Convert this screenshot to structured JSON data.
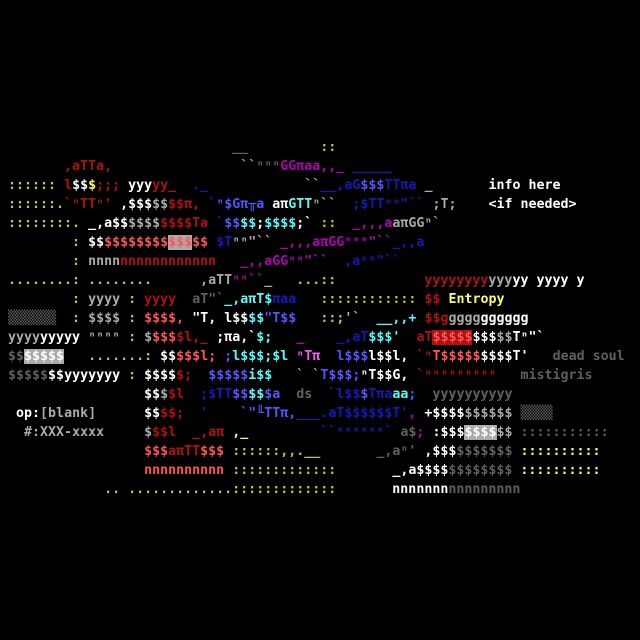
{
  "palette": {
    "Y": "#c8c820",
    "YB": "#ffff55",
    "W": "#ffffff",
    "LG": "#aaaaaa",
    "DG": "#606060",
    "R": "#b01010",
    "BR": "#ff5555",
    "B": "#1818b8",
    "BB": "#5555ff",
    "C": "#55ffff",
    "M": "#b000b0",
    "MB": "#ff55ff",
    "K": "#000000"
  },
  "labels": {
    "info_line1": "info here",
    "info_line2": "<if needed>",
    "group": "Entropy",
    "artist": "dead soul",
    "group2": "mistigris",
    "op": "op:[blank]",
    "number": "#:XXX-xxxx",
    "ds": "ds"
  },
  "rows": [
    [
      [
        "                             ",
        "LG"
      ],
      [
        "__",
        "DG"
      ],
      [
        "         ",
        "LG"
      ],
      [
        "::",
        "Y"
      ]
    ],
    [
      [
        "        ",
        "LG"
      ],
      [
        ",aTTa,",
        "R"
      ],
      [
        "                ",
        "LG"
      ],
      [
        "``",
        "LG"
      ],
      [
        "ⁿⁿⁿ",
        "DG"
      ],
      [
        "GGπaa,,_",
        "M"
      ],
      [
        " ",
        "LG"
      ],
      [
        "_____",
        "B"
      ]
    ],
    [
      [
        " ::::::",
        "Y"
      ],
      [
        " ",
        "LG"
      ],
      [
        "l",
        "R"
      ],
      [
        "$$",
        "W"
      ],
      [
        "$",
        "YB"
      ],
      [
        ";;;",
        "R"
      ],
      [
        " ",
        "LG"
      ],
      [
        "yyy",
        "W"
      ],
      [
        "yy_",
        "R"
      ],
      [
        "  ",
        "LG"
      ],
      [
        "._",
        "B"
      ],
      [
        "            ",
        "LG"
      ],
      [
        "``",
        "LG"
      ],
      [
        "__,aG",
        "B"
      ],
      [
        "$$$",
        "BB"
      ],
      [
        "TTπa",
        "B"
      ],
      [
        " _",
        "LG"
      ],
      [
        "       ",
        "LG"
      ],
      [
        "info here",
        "W"
      ]
    ],
    [
      [
        " ::::::.",
        "Y"
      ],
      [
        "`ⁿTTⁿ'",
        "R"
      ],
      [
        " ",
        "LG"
      ],
      [
        ",$$$",
        "W"
      ],
      [
        "$$",
        "LG"
      ],
      [
        "$$π,",
        "R"
      ],
      [
        " ",
        "LG"
      ],
      [
        "`",
        "B"
      ],
      [
        "ⁿ$Gπ╥a",
        "BB"
      ],
      [
        " aπ",
        "W"
      ],
      [
        "GTT",
        "C"
      ],
      [
        "ⁿ``",
        "LG"
      ],
      [
        "  ",
        "LG"
      ],
      [
        ";$TTⁿⁿ\"``",
        "B"
      ],
      [
        " ;T;",
        "LG"
      ],
      [
        "    ",
        "LG"
      ],
      [
        "<if needed>",
        "W"
      ]
    ],
    [
      [
        " ::::::::. ",
        "Y"
      ],
      [
        "_,a$$",
        "W"
      ],
      [
        "$$$$",
        "LG"
      ],
      [
        "$$$$Ta",
        "R"
      ],
      [
        " ",
        "LG"
      ],
      [
        "`",
        "B"
      ],
      [
        "$$",
        "BB"
      ],
      [
        "$$",
        "C"
      ],
      [
        ";",
        "W"
      ],
      [
        "$$$$",
        "C"
      ],
      [
        ";`",
        "W"
      ],
      [
        " ",
        "LG"
      ],
      [
        "::",
        "Y"
      ],
      [
        "  ",
        "LG"
      ],
      [
        "_,,,a",
        "M"
      ],
      [
        "aπGG",
        "LG"
      ],
      [
        "ⁿ`",
        "LG"
      ]
    ],
    [
      [
        "         :",
        "Y"
      ],
      [
        " ",
        "LG"
      ],
      [
        "$$",
        "W"
      ],
      [
        "$$$$$$$$",
        "BR"
      ],
      [
        "$$$",
        "BR",
        "#aaaaaa"
      ],
      [
        "$$",
        "BR"
      ],
      [
        " ",
        "LG"
      ],
      [
        "$T",
        "B"
      ],
      [
        "ⁿⁿ\"``",
        "LG"
      ],
      [
        " ",
        "LG"
      ],
      [
        "_,,,aπGG",
        "M"
      ],
      [
        "ⁿⁿⁿ\"``",
        "M"
      ],
      [
        "_,,a",
        "B"
      ]
    ],
    [
      [
        "         :",
        "Y"
      ],
      [
        " ",
        "LG"
      ],
      [
        "nnnn",
        "LG"
      ],
      [
        "nnnnnnnnnnnn",
        "R"
      ],
      [
        "   ",
        "LG"
      ],
      [
        "_,,aGGⁿⁿ\"``",
        "M"
      ],
      [
        "  ",
        "LG"
      ],
      [
        ",aⁿⁿ\"``",
        "B"
      ]
    ],
    [
      [
        " ........: ........",
        "Y"
      ],
      [
        "      ",
        "LG"
      ],
      [
        ",aTT",
        "LG"
      ],
      [
        "ⁿⁿ``",
        "M"
      ],
      [
        "_",
        "LG"
      ],
      [
        "   ",
        "LG"
      ],
      [
        "...::",
        "Y"
      ],
      [
        "           ",
        "LG"
      ],
      [
        "yyyyyyyy",
        "R"
      ],
      [
        "yyy",
        "LG"
      ],
      [
        "yy yyyy y",
        "W"
      ]
    ],
    [
      [
        "         :",
        "Y"
      ],
      [
        " ",
        "LG"
      ],
      [
        "yyyy",
        "LG"
      ],
      [
        " :",
        "Y"
      ],
      [
        " ",
        "LG"
      ],
      [
        "yyyy",
        "R"
      ],
      [
        "  ",
        "LG"
      ],
      [
        "aT\"`",
        "DG"
      ],
      [
        "_,aπT$",
        "C"
      ],
      [
        "πaa",
        "B"
      ],
      [
        "   ",
        "LG"
      ],
      [
        "::::::::::::",
        "Y"
      ],
      [
        " ",
        "LG"
      ],
      [
        "$$",
        "R"
      ],
      [
        " Entropy",
        "YB"
      ]
    ],
    [
      [
        " ▒▒▒▒▒▒",
        "DG"
      ],
      [
        "  :",
        "Y"
      ],
      [
        " ",
        "LG"
      ],
      [
        "$$$$",
        "LG"
      ],
      [
        " :",
        "Y"
      ],
      [
        " ",
        "LG"
      ],
      [
        "$$$$,",
        "BR"
      ],
      [
        " ",
        "LG"
      ],
      [
        "\"T, ",
        "W"
      ],
      [
        "l$$",
        "W"
      ],
      [
        "$$",
        "C"
      ],
      [
        "\"T$$",
        "BB"
      ],
      [
        "   ",
        "LG"
      ],
      [
        "::;'`",
        "Y"
      ],
      [
        "  ",
        "LG"
      ],
      [
        "__,,+",
        "C"
      ],
      [
        " ",
        "LG"
      ],
      [
        "$$",
        "R"
      ],
      [
        "g",
        "R"
      ],
      [
        "gggg",
        "LG"
      ],
      [
        "gggggg",
        "W"
      ]
    ],
    [
      [
        " yyyy",
        "LG"
      ],
      [
        "yyyyy",
        "W"
      ],
      [
        " ",
        "LG"
      ],
      [
        "ⁿⁿⁿⁿ",
        "LG"
      ],
      [
        " :",
        "Y"
      ],
      [
        " ",
        "LG"
      ],
      [
        "$",
        "LG"
      ],
      [
        "$$$",
        "BR"
      ],
      [
        "$l,_",
        "R"
      ],
      [
        " ",
        "LG"
      ],
      [
        ";πa,`",
        "W"
      ],
      [
        "$;",
        "C"
      ],
      [
        "   ",
        "LG"
      ],
      [
        "_",
        "M"
      ],
      [
        "    ",
        "LG"
      ],
      [
        "_,aT",
        "B"
      ],
      [
        "$$$'",
        "C"
      ],
      [
        "  ",
        "LG"
      ],
      [
        "aT",
        "R"
      ],
      [
        "$$$$$",
        "BR",
        "#b01010"
      ],
      [
        "$$$",
        "W"
      ],
      [
        "$$",
        "LG"
      ],
      [
        "Tⁿ\"`",
        "W"
      ]
    ],
    [
      [
        " $$",
        "DG"
      ],
      [
        "$$$$$",
        "W",
        "#aaaaaa"
      ],
      [
        " ",
        "LG"
      ],
      [
        "  .......:",
        "Y"
      ],
      [
        " ",
        "LG"
      ],
      [
        "$$",
        "W"
      ],
      [
        "$$$l;",
        "BR"
      ],
      [
        " ",
        "LG"
      ],
      [
        ";",
        "BB"
      ],
      [
        "l$$$;$l",
        "C"
      ],
      [
        " ",
        "LG"
      ],
      [
        "ⁿTπ",
        "MB"
      ],
      [
        "  ",
        "LG"
      ],
      [
        "l$$$",
        "BB"
      ],
      [
        "l$$l,",
        "W"
      ],
      [
        " ",
        "LG"
      ],
      [
        "`ⁿ",
        "R"
      ],
      [
        "T$$$$$",
        "BR"
      ],
      [
        "$$$$T'",
        "W"
      ],
      [
        "   ",
        "LG"
      ],
      [
        "dead soul",
        "DG"
      ]
    ],
    [
      [
        " $$$$$",
        "DG"
      ],
      [
        "$$",
        "W"
      ],
      [
        "yyyyyyy",
        "W"
      ],
      [
        " :",
        "Y"
      ],
      [
        " ",
        "LG"
      ],
      [
        "$$$$",
        "W"
      ],
      [
        "$;",
        "R"
      ],
      [
        "  ",
        "LG"
      ],
      [
        "$$$$$",
        "BB"
      ],
      [
        "i$$",
        "C"
      ],
      [
        "   ",
        "LG"
      ],
      [
        "` `",
        "LG"
      ],
      [
        "T$$$;",
        "BB"
      ],
      [
        "ⁿT$$G,",
        "W"
      ],
      [
        " ",
        "LG"
      ],
      [
        "`ⁿⁿⁿⁿⁿⁿⁿⁿⁿ",
        "R"
      ],
      [
        "   ",
        "LG"
      ],
      [
        "mistigris",
        "DG"
      ]
    ],
    [
      [
        "                  ",
        "LG"
      ],
      [
        "$$",
        "W"
      ],
      [
        "$",
        "LG"
      ],
      [
        "$l",
        "R"
      ],
      [
        "  ",
        "LG"
      ],
      [
        ";$TT",
        "B"
      ],
      [
        "$$",
        "BB"
      ],
      [
        "$$",
        "C"
      ],
      [
        "$a",
        "BB"
      ],
      [
        "  ",
        "LG"
      ],
      [
        "ds",
        "DG"
      ],
      [
        "  ",
        "LG"
      ],
      [
        "`l$$",
        "B"
      ],
      [
        "$",
        "BB"
      ],
      [
        "Tπa",
        "B"
      ],
      [
        "aa",
        "C"
      ],
      [
        ";",
        "BB"
      ],
      [
        "  ",
        "LG"
      ],
      [
        "yyyyyyyyyy",
        "DG"
      ]
    ],
    [
      [
        "  ",
        "LG"
      ],
      [
        "op:",
        "W"
      ],
      [
        "[blank]",
        "LG"
      ],
      [
        "      ",
        "LG"
      ],
      [
        "$$",
        "W"
      ],
      [
        "$$;",
        "R"
      ],
      [
        "  ",
        "LG"
      ],
      [
        "'",
        "B"
      ],
      [
        "    ",
        "LG"
      ],
      [
        "`\"╙TTπ,",
        "BB"
      ],
      [
        "___",
        "B"
      ],
      [
        ".aT$$$$$$T'",
        "B"
      ],
      [
        ",",
        "M"
      ],
      [
        " ",
        "LG"
      ],
      [
        "+$$$$",
        "W"
      ],
      [
        "$$$$$$",
        "LG"
      ],
      [
        " ",
        "LG"
      ],
      [
        "▒▒▒▒",
        "DG"
      ]
    ],
    [
      [
        "   ",
        "LG"
      ],
      [
        "#:XXX-xxxx",
        "LG"
      ],
      [
        "     ",
        "LG"
      ],
      [
        "$",
        "LG"
      ],
      [
        "$$l",
        "R"
      ],
      [
        "  ",
        "LG"
      ],
      [
        "_,aπ",
        "R"
      ],
      [
        " ",
        "LG"
      ],
      [
        ",_",
        "YB"
      ],
      [
        "         ",
        "LG"
      ],
      [
        "``ⁿⁿⁿⁿⁿⁿ`",
        "B"
      ],
      [
        " ",
        "LG"
      ],
      [
        "a$",
        "DG"
      ],
      [
        ";",
        "M"
      ],
      [
        " ",
        "LG"
      ],
      [
        ":$$$",
        "W"
      ],
      [
        "$$$$",
        "W",
        "#aaaaaa"
      ],
      [
        "$$",
        "LG"
      ],
      [
        " ",
        "LG"
      ],
      [
        ":::::::::::",
        "DG"
      ]
    ],
    [
      [
        "                  ",
        "LG"
      ],
      [
        "$$$",
        "BR"
      ],
      [
        "aπTT",
        "R"
      ],
      [
        "$$$",
        "BR"
      ],
      [
        " ",
        "LG"
      ],
      [
        "::::::,,.__",
        "Y"
      ],
      [
        "       ",
        "LG"
      ],
      [
        "_,aⁿ'",
        "DG"
      ],
      [
        " ",
        "LG"
      ],
      [
        ",$$$",
        "W"
      ],
      [
        "$$$$$$$",
        "DG"
      ],
      [
        " ",
        "LG"
      ],
      [
        "::::::::::",
        "YB"
      ]
    ],
    [
      [
        "                  ",
        "LG"
      ],
      [
        "nnnnnnnnnn",
        "BR"
      ],
      [
        " ",
        "LG"
      ],
      [
        ":::::::::::::",
        "Y"
      ],
      [
        "       ",
        "LG"
      ],
      [
        "_,a$$$$",
        "W"
      ],
      [
        "$$$$$$$$",
        "DG"
      ],
      [
        " ",
        "LG"
      ],
      [
        "::::::::::",
        "YB"
      ]
    ],
    [
      [
        "             ",
        "LG"
      ],
      [
        ".. .............",
        "Y"
      ],
      [
        ":::::::::::::",
        "Y"
      ],
      [
        "       ",
        "LG"
      ],
      [
        "nnnnnnn",
        "W"
      ],
      [
        "nnnnnnnnn",
        "DG"
      ]
    ]
  ]
}
